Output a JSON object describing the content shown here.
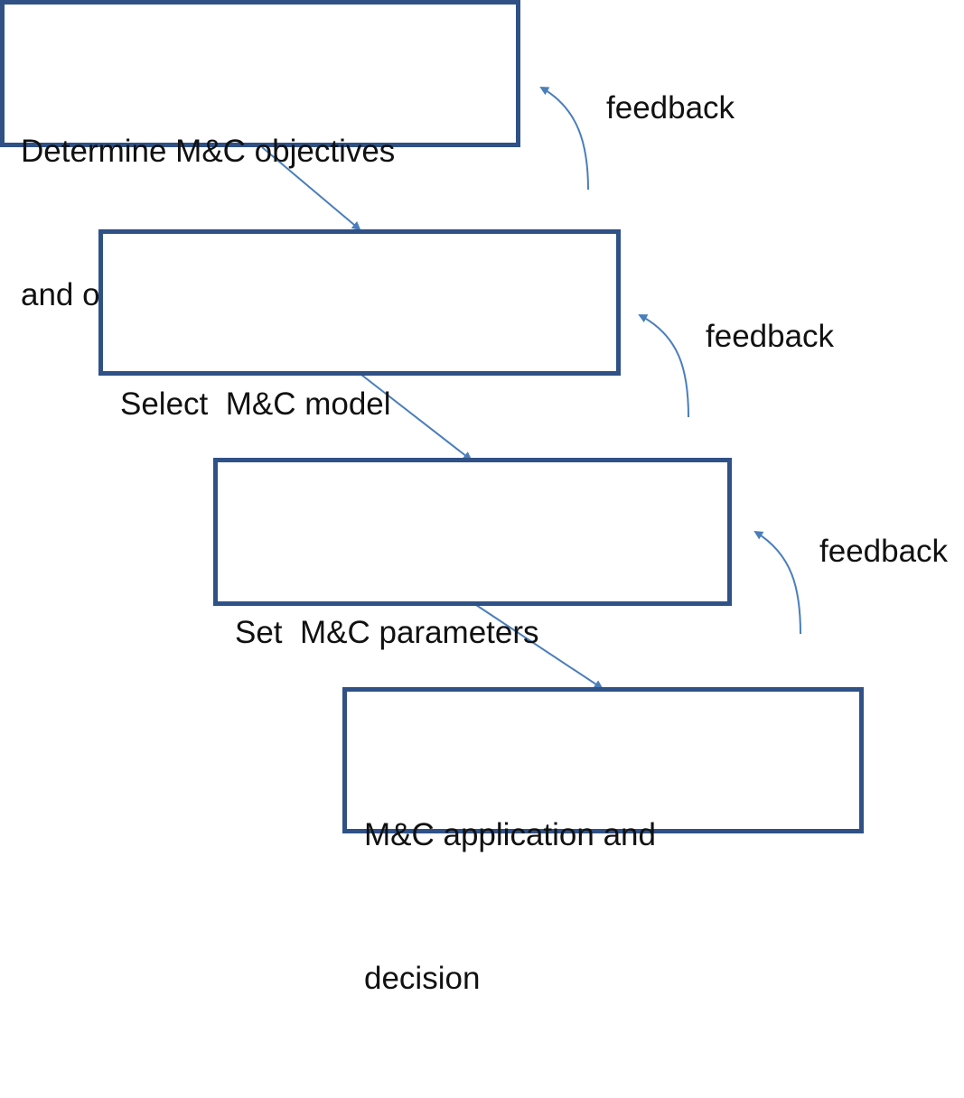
{
  "steps": [
    {
      "line1": "Determine M&C objectives",
      "line2": "and objects"
    },
    {
      "line1": "Select  M&C model"
    },
    {
      "line1": "Set  M&C parameters"
    },
    {
      "line1": "M&C application and",
      "line2": "decision"
    }
  ],
  "feedback_labels": [
    "feedback",
    "feedback",
    "feedback"
  ],
  "colors": {
    "box_border": "#2f5186",
    "arrow": "#4a7ebb",
    "text": "#111111"
  }
}
